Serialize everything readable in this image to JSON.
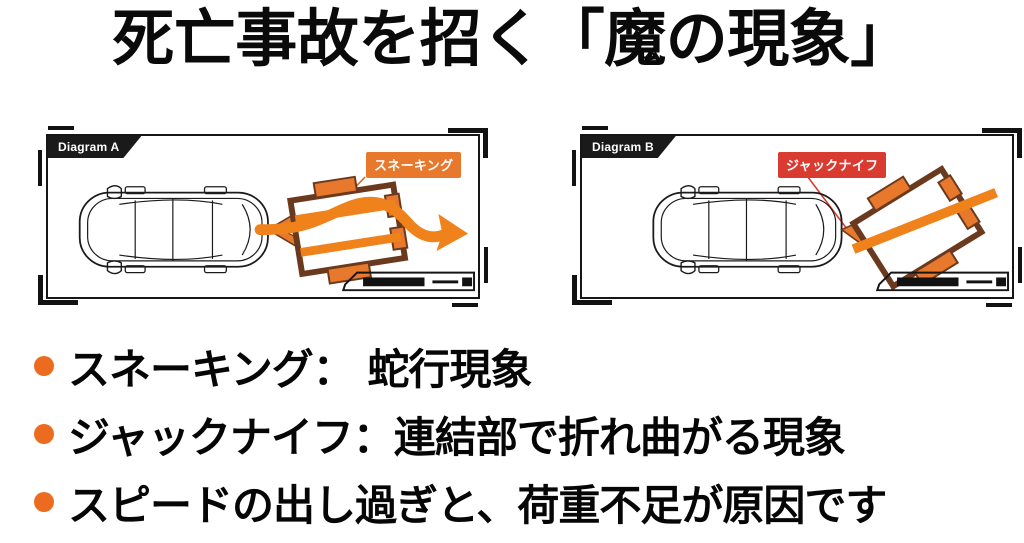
{
  "slide": {
    "title": "死亡事故を招く「魔の現象」",
    "background_color": "#ffffff",
    "title_color": "#0a0a0a"
  },
  "diagrams": [
    {
      "id": "diagram-a",
      "label": "Diagram A",
      "tag": "スネーキング",
      "tag_color": "#E8782B",
      "description": "車が牽引するトレーラーが蛇行するS字の矢印",
      "motion": "snaking"
    },
    {
      "id": "diagram-b",
      "label": "Diagram B",
      "tag": "ジャックナイフ",
      "tag_color": "#D93B31",
      "description": "連結部でトレーラーが折れ曲がる直線の矢印",
      "motion": "jackknife"
    }
  ],
  "bullets": [
    {
      "text": "スネーキング： 蛇行現象",
      "dot_color": "#ED6B1F"
    },
    {
      "text": "ジャックナイフ：連結部で折れ曲がる現象",
      "dot_color": "#ED6B1F"
    },
    {
      "text": "スピードの出し過ぎと、荷重不足が原因です",
      "dot_color": "#ED6B1F"
    }
  ],
  "palette": {
    "orange": "#ED6B1F",
    "orange_tag": "#E8782B",
    "red_tag": "#D93B31",
    "trailer_outline": "#6B3A1E",
    "ink": "#121212"
  }
}
